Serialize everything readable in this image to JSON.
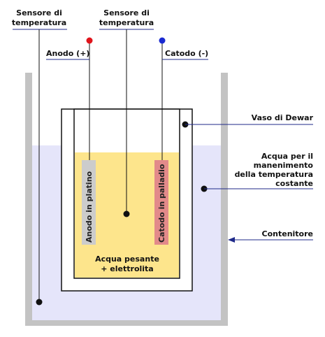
{
  "labels": {
    "sensor_left_line1": "Sensore di",
    "sensor_left_line2": "temperatura",
    "sensor_center_line1": "Sensore di",
    "sensor_center_line2": "temperatura",
    "anode_terminal": "Anodo (+)",
    "cathode_terminal": "Catodo (-)",
    "dewar": "Vaso di Dewar",
    "bath_line1": "Acqua per il",
    "bath_line2": "manenimento",
    "bath_line3": "della temperatura",
    "bath_line4": "costante",
    "container": "Contenitore",
    "anode_electrode": "Anodo in platino",
    "cathode_electrode": "Catodo in palladio",
    "electrolyte_line1": "Acqua pesante",
    "electrolyte_line2": "+ elettrolita"
  },
  "colors": {
    "container_wall": "#c3c3c3",
    "bath_water": "#e5e5fa",
    "dewar_fill": "#ffffff",
    "electrolyte": "#fde58c",
    "anode_electrode": "#cccccc",
    "cathode_electrode": "#e28a8a",
    "anode_terminal": "#e0141b",
    "cathode_terminal": "#1a2ad1",
    "leader_line": "#1f2a8a"
  }
}
